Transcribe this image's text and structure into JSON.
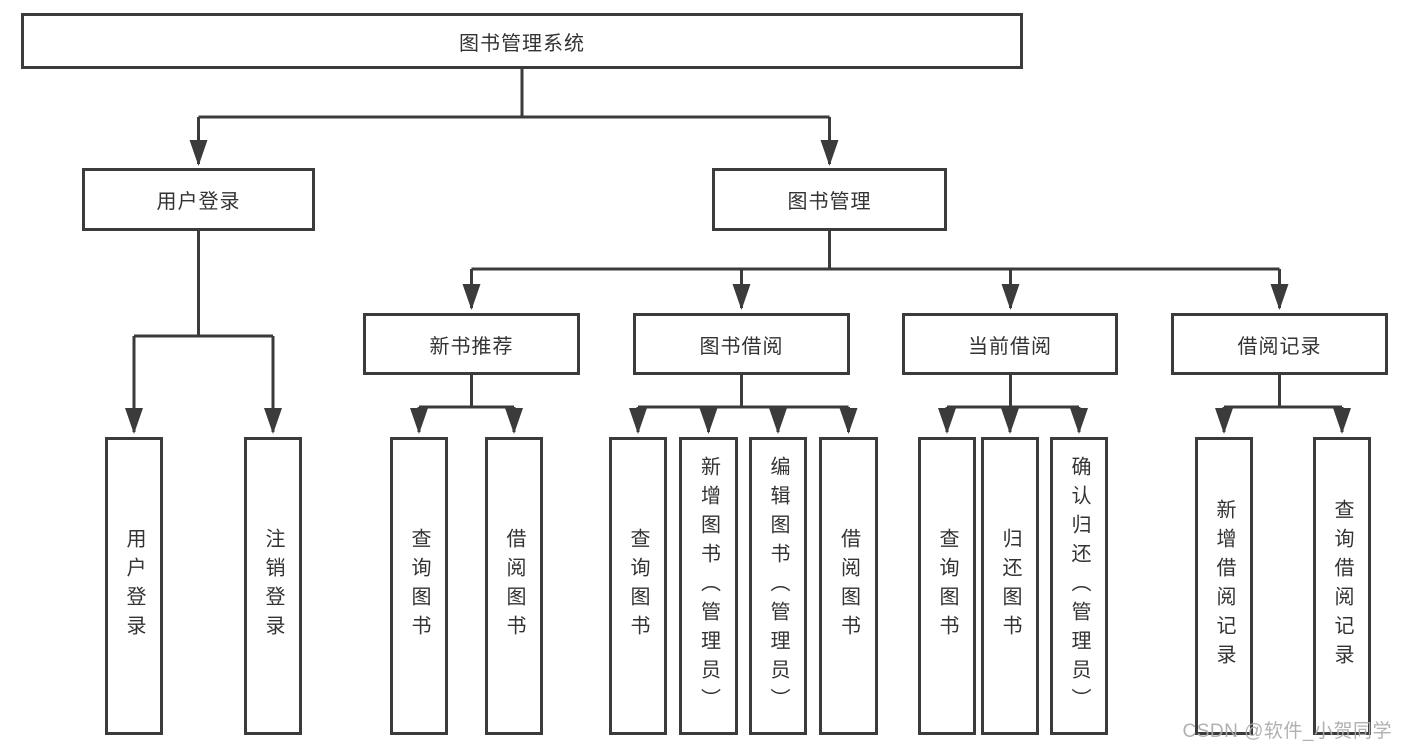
{
  "diagram": {
    "root": "图书管理系统",
    "level2": {
      "user_login": "用户登录",
      "book_mgmt": "图书管理"
    },
    "level3": {
      "new_books": "新书推荐",
      "book_borrow": "图书借阅",
      "current_borrow": "当前借阅",
      "borrow_records": "借阅记录"
    },
    "leaves": {
      "user_login": [
        "用户登录",
        "注销登录"
      ],
      "new_books": [
        "查询图书",
        "借阅图书"
      ],
      "book_borrow": [
        "查询图书",
        "新增图书（管理员）",
        "编辑图书（管理员）",
        "借阅图书"
      ],
      "current_borrow": [
        "查询图书",
        "归还图书",
        "确认归还（管理员）"
      ],
      "borrow_records": [
        "新增借阅记录",
        "查询借阅记录"
      ]
    }
  },
  "watermark": "CSDN @软件_小贺同学",
  "colors": {
    "line": "#3b3b3b",
    "text": "#333333",
    "watermark": "#ababab",
    "background": "#ffffff"
  }
}
